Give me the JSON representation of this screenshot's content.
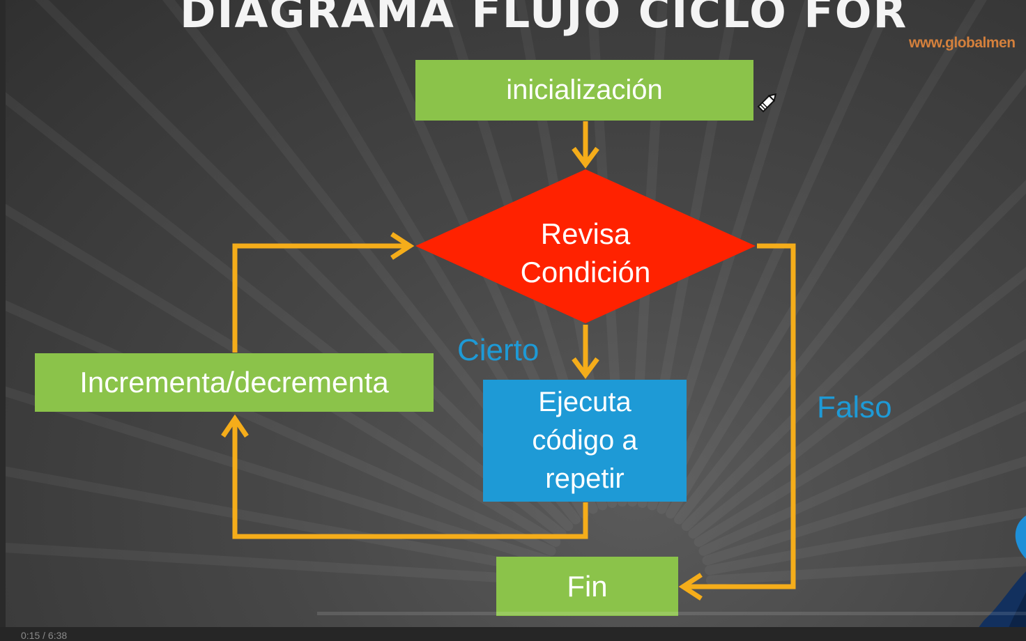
{
  "title": "DIAGRAMA FLUJO CICLO FOR",
  "watermark": "www.globalmen",
  "nodes": {
    "init": "inicialización",
    "condition": [
      "Revisa",
      "Condición"
    ],
    "execute": [
      "Ejecuta",
      "código a",
      "repetir"
    ],
    "increment": "Incrementa/decrementa",
    "end": "Fin"
  },
  "edges": {
    "true_label": "Cierto",
    "false_label": "Falso"
  },
  "player": {
    "timecode": "0:15 / 6:38"
  },
  "colors": {
    "process_green": "#8bc34a",
    "decision_red": "#ff2200",
    "action_blue": "#1e9ad6",
    "arrow_orange": "#f5ad1a",
    "edge_label_blue": "#1e9ad6"
  },
  "icons": {
    "cursor": "pencil-cursor-icon"
  }
}
